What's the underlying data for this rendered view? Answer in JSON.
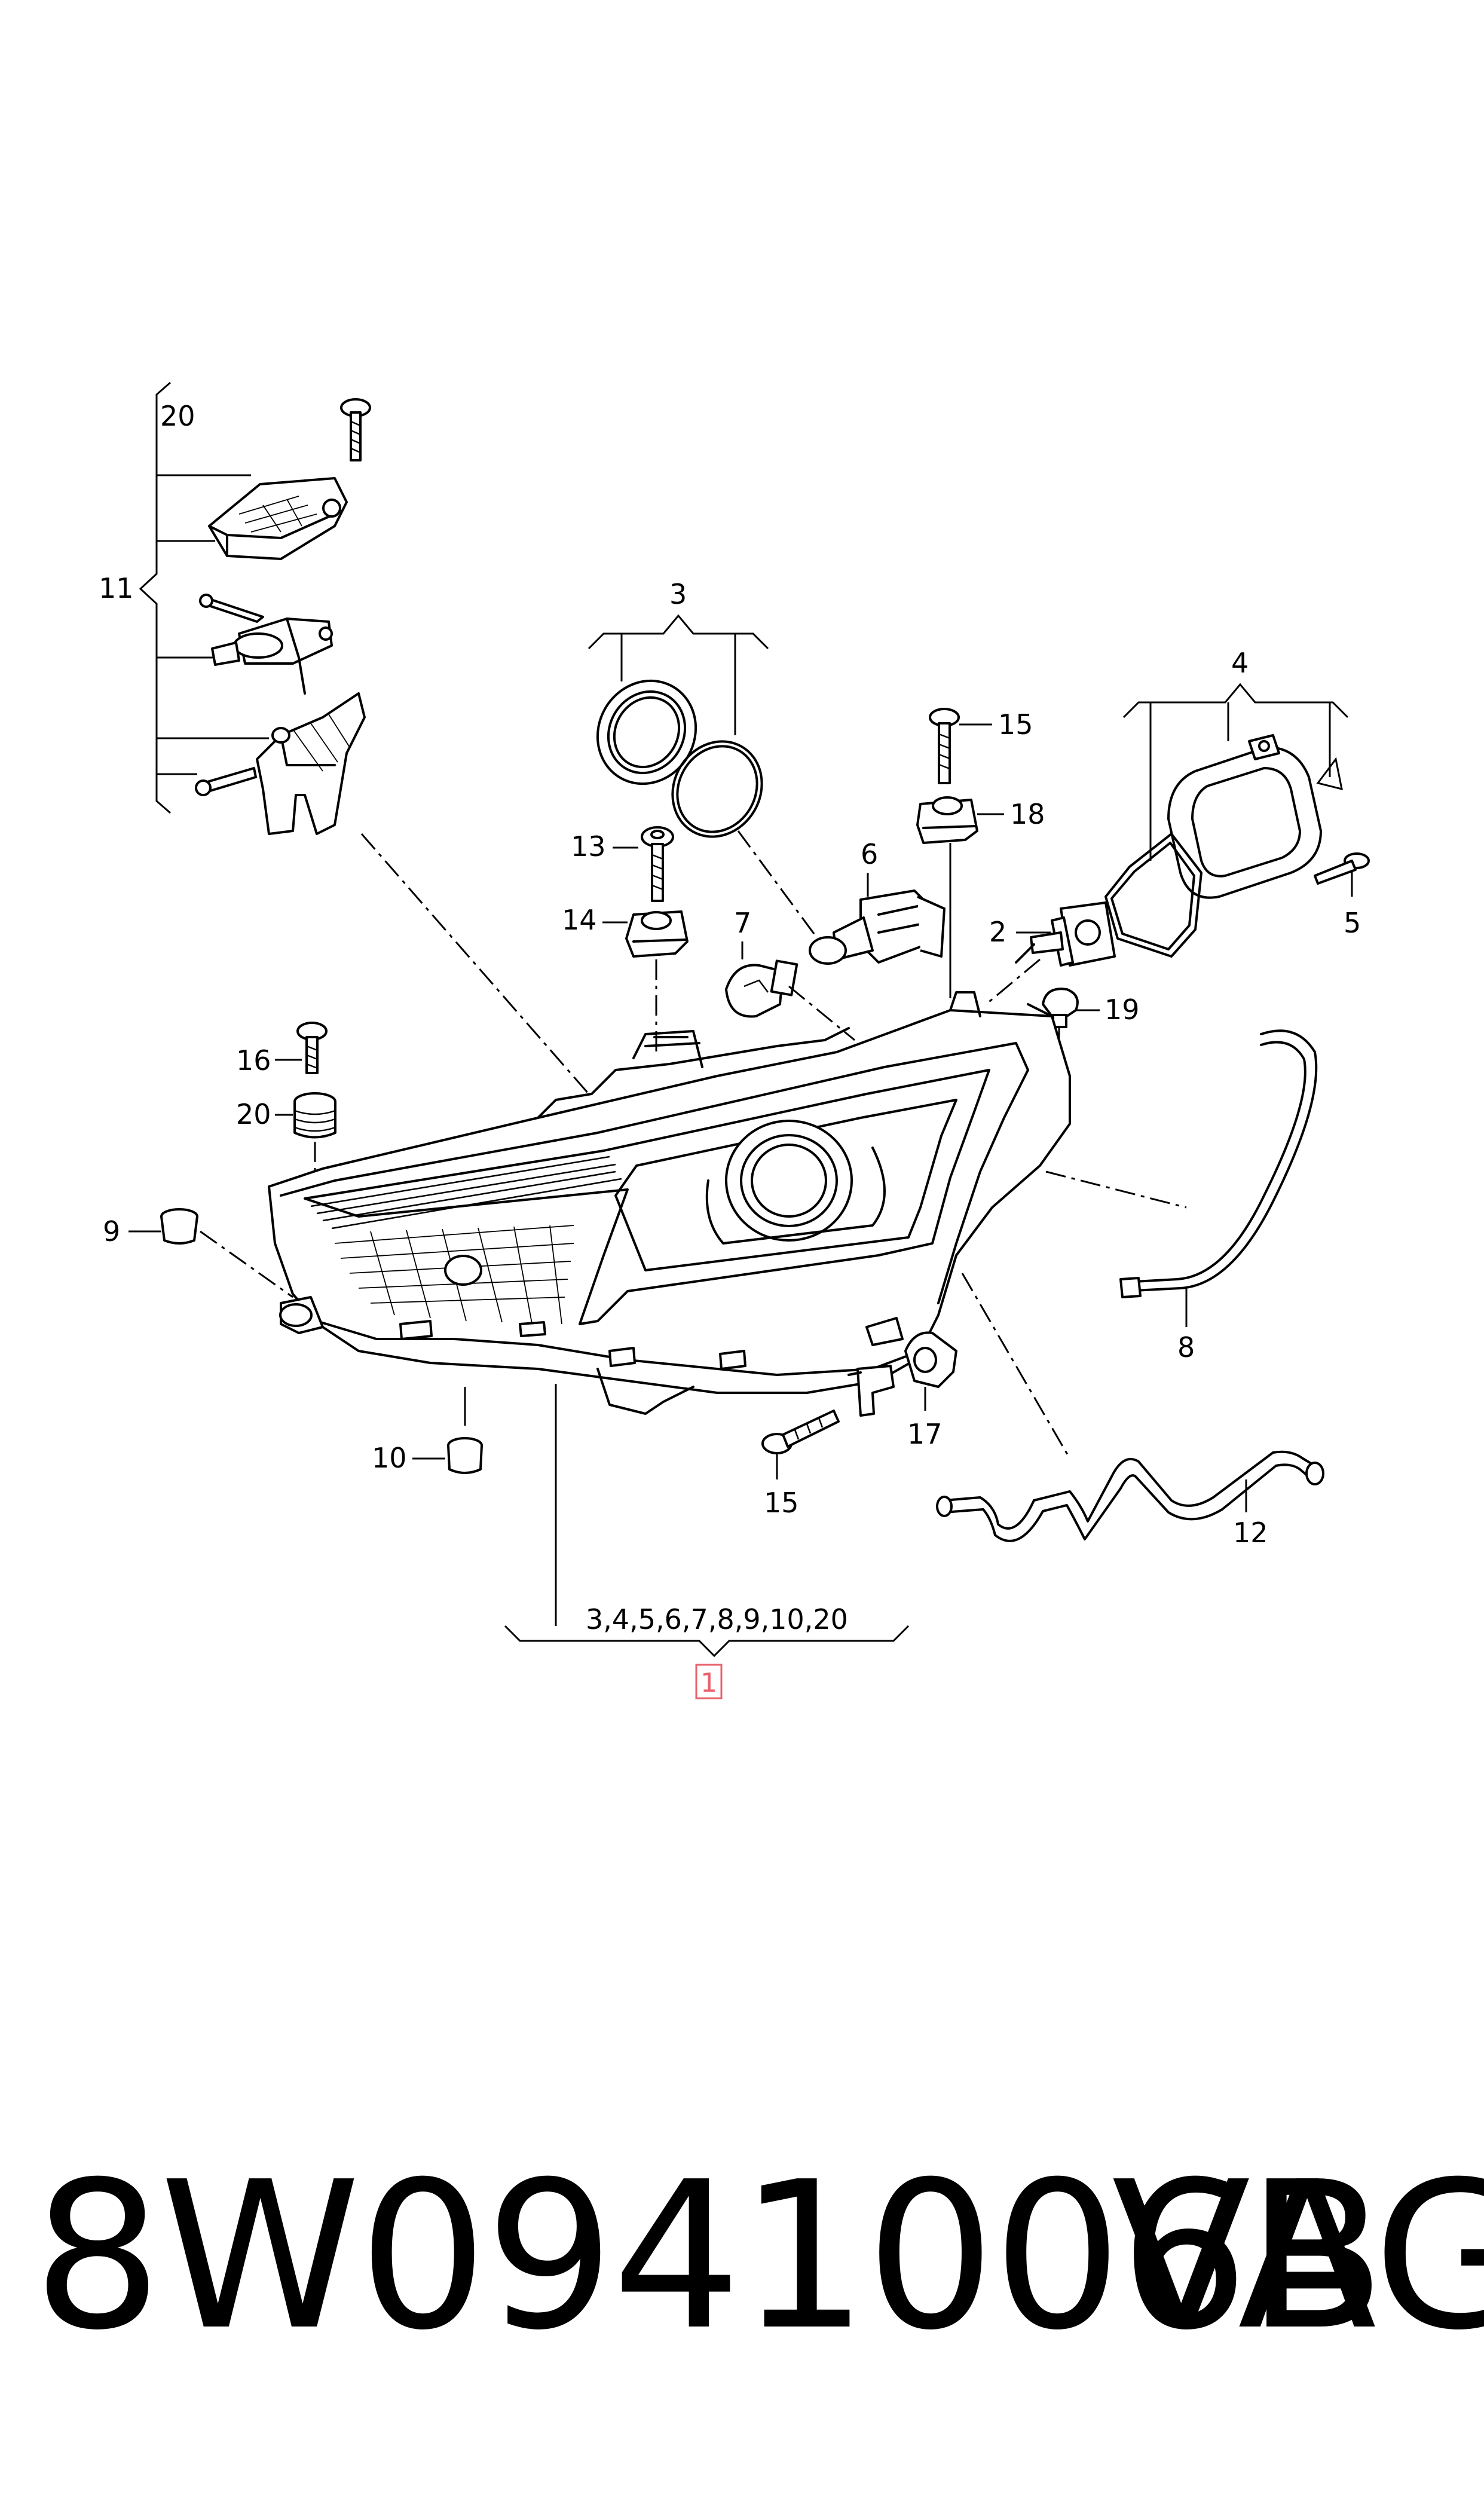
{
  "callouts": {
    "c1": "1",
    "c2": "2",
    "c3": "3",
    "c4": "4",
    "c5": "5",
    "c6": "6",
    "c7": "7",
    "c8": "8",
    "c9": "9",
    "c10": "10",
    "c11": "11",
    "c12": "12",
    "c13": "13",
    "c14": "14",
    "c15_top": "15",
    "c15_bottom": "15",
    "c16": "16",
    "c17": "17",
    "c18": "18",
    "c19": "19",
    "c20_top": "20",
    "c20_mid": "20",
    "group_list": "3,4,5,6,7,8,9,10,20"
  },
  "footer": {
    "part_number": "8W0941006B",
    "brand": "VAG"
  },
  "colors": {
    "highlight_box": "#e8626b",
    "line": "#000000"
  }
}
